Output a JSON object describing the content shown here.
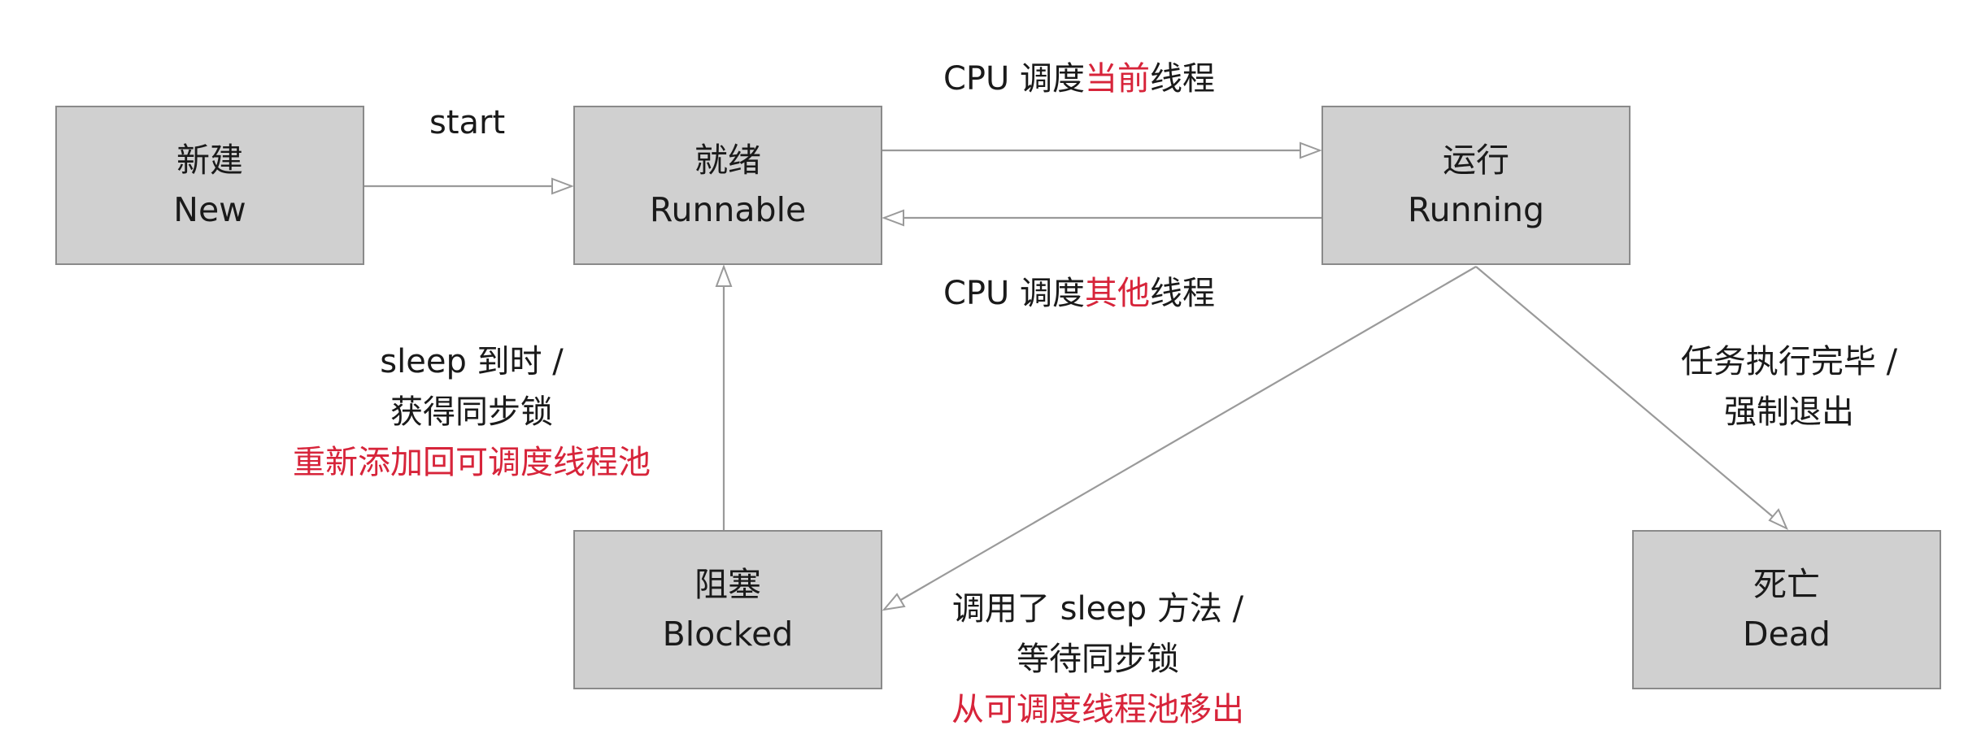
{
  "states": {
    "new": {
      "zh": "新建",
      "en": "New"
    },
    "runnable": {
      "zh": "就绪",
      "en": "Runnable"
    },
    "running": {
      "zh": "运行",
      "en": "Running"
    },
    "blocked": {
      "zh": "阻塞",
      "en": "Blocked"
    },
    "dead": {
      "zh": "死亡",
      "en": "Dead"
    }
  },
  "transitions": {
    "start": "start",
    "cpu_schedule_current": {
      "prefix": "CPU 调度",
      "highlight": "当前",
      "suffix": "线程"
    },
    "cpu_schedule_other": {
      "prefix": "CPU 调度",
      "highlight": "其他",
      "suffix": "线程"
    },
    "wake": {
      "line1": "sleep 到时 /",
      "line2": "获得同步锁",
      "line3": "重新添加回可调度线程池"
    },
    "block": {
      "line1": "调用了 sleep 方法 /",
      "line2": "等待同步锁",
      "line3": "从可调度线程池移出"
    },
    "finish": {
      "line1": "任务执行完毕 /",
      "line2": "强制退出"
    }
  },
  "colors": {
    "box_fill": "#d0d0d0",
    "box_border": "#8a8a8a",
    "arrow": "#9a9a9a",
    "text": "#1a1a1a",
    "highlight": "#d7243a"
  }
}
